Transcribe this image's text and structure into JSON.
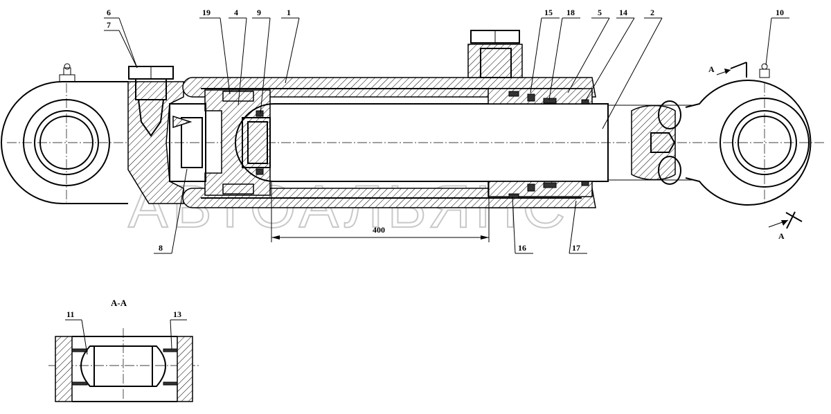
{
  "watermark": "АВТОАЛЬЯНС",
  "dimension": {
    "value": "400"
  },
  "section": {
    "title": "А-А",
    "marker_letter": "А"
  },
  "part_labels": [
    {
      "id": "6",
      "text": "6"
    },
    {
      "id": "7",
      "text": "7"
    },
    {
      "id": "19",
      "text": "19"
    },
    {
      "id": "4",
      "text": "4"
    },
    {
      "id": "9",
      "text": "9"
    },
    {
      "id": "1",
      "text": "1"
    },
    {
      "id": "15",
      "text": "15"
    },
    {
      "id": "18",
      "text": "18"
    },
    {
      "id": "5",
      "text": "5"
    },
    {
      "id": "14",
      "text": "14"
    },
    {
      "id": "2",
      "text": "2"
    },
    {
      "id": "10",
      "text": "10"
    },
    {
      "id": "8",
      "text": "8"
    },
    {
      "id": "16",
      "text": "16"
    },
    {
      "id": "17",
      "text": "17"
    },
    {
      "id": "11",
      "text": "11"
    },
    {
      "id": "13",
      "text": "13"
    }
  ]
}
